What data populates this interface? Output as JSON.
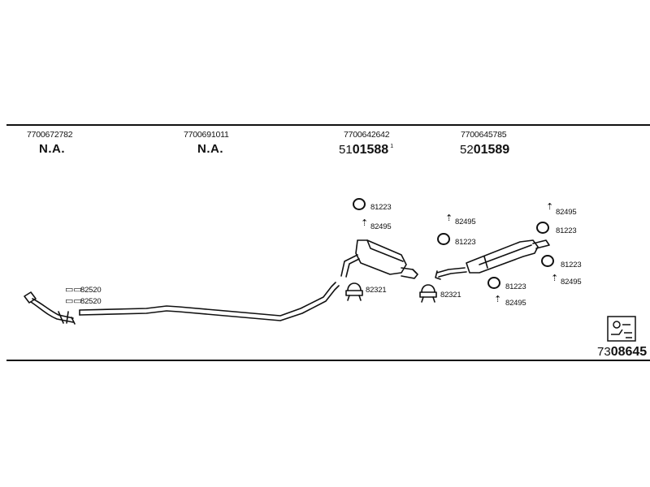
{
  "top_rule": true,
  "columns": [
    {
      "oe_number": "7700672782",
      "part": "N.A."
    },
    {
      "oe_number": "7700691011",
      "part": "N.A."
    },
    {
      "oe_number": "7700642642",
      "prefix": "51",
      "number": "01588",
      "note": "1"
    },
    {
      "oe_number": "7700645785",
      "prefix": "52",
      "number": "01589"
    }
  ],
  "labels": {
    "gasket_a": "82520",
    "gasket_b": "82520",
    "ring_1": "81223",
    "bolt_1": "82495",
    "clamp_1": "82321",
    "clamp_2": "82321",
    "bolt_2": "82495",
    "ring_2": "81223",
    "bolt_3": "82495",
    "ring_3": "81223",
    "ring_4": "81223",
    "bolt_4": "82495",
    "ring_5": "81223",
    "bolt_5": "82495"
  },
  "catalog": {
    "prefix": "73",
    "number": "08645"
  }
}
